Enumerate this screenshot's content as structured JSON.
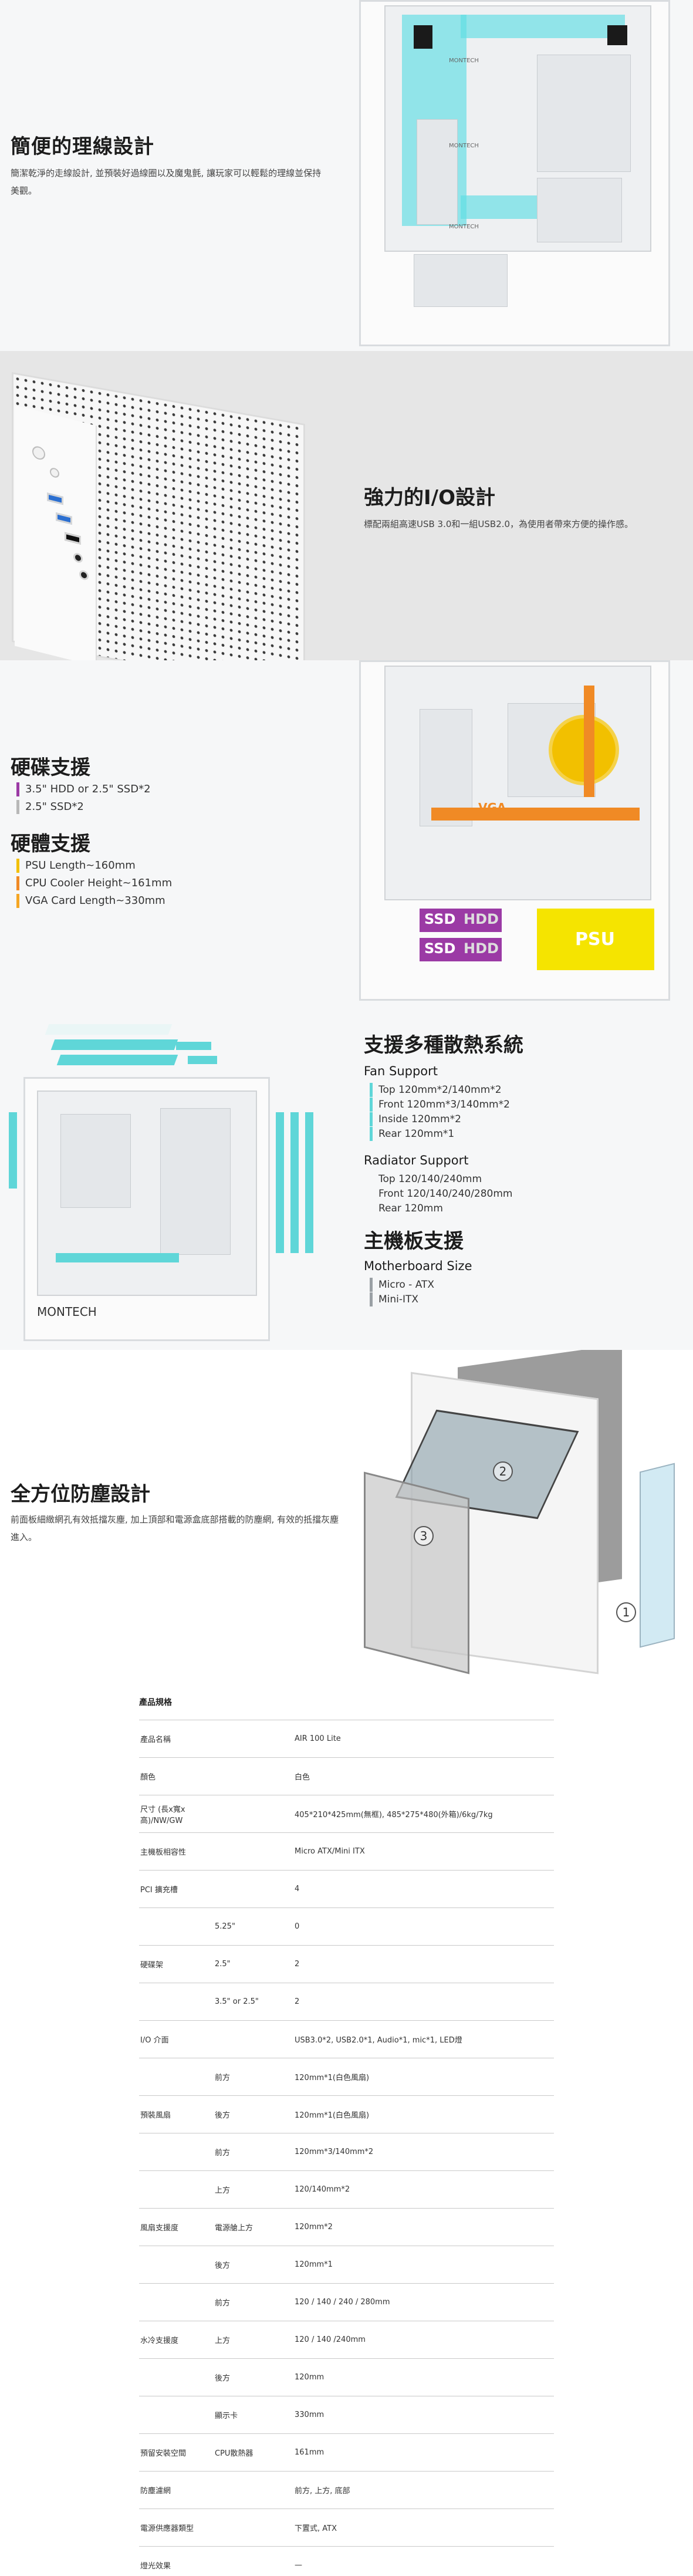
{
  "brand": "MONTECH",
  "sections": {
    "cable": {
      "title": "簡便的理線設計",
      "desc": "簡潔乾淨的走線設計, 並預裝好過線圈以及魔鬼氈, 讓玩家可以輕鬆的理線並保持美觀。"
    },
    "io": {
      "title": "強力的I/O設計",
      "desc": "標配兩組高速USB 3.0和一組USB2.0，為使用者帶來方便的操作感。"
    },
    "storage": {
      "title_drive": "硬碟支援",
      "drive_items": [
        "3.5\" HDD or 2.5\" SSD*2",
        "2.5\" SSD*2"
      ],
      "title_hw": "硬體支援",
      "hw_items": [
        "PSU Length~160mm",
        "CPU Cooler Height~161mm",
        "VGA Card Length~330mm"
      ],
      "labels": {
        "vga": "VGA",
        "ssd": "SSD",
        "hdd": "HDD",
        "psu": "PSU"
      }
    },
    "cooling": {
      "title": "支援多種散熱系統",
      "fan_title": "Fan Support",
      "fan_items": [
        "Top 120mm*2/140mm*2",
        "Front 120mm*3/140mm*2",
        "Inside 120mm*2",
        "Rear 120mm*1"
      ],
      "rad_title": "Radiator Support",
      "rad_items": [
        "Top 120/140/240mm",
        "Front 120/140/240/280mm",
        "Rear 120mm"
      ],
      "mb_title": "主機板支援",
      "mb_sub": "Motherboard Size",
      "mb_items": [
        "Micro - ATX",
        "Mini-ITX"
      ]
    },
    "dust": {
      "title": "全方位防塵設計",
      "desc": "前面板細緻網孔有效抵擋灰塵, 加上頂部和電源盒底部搭載的防塵網, 有效的抵擋灰塵進入。",
      "nums": [
        "1",
        "2",
        "3"
      ]
    }
  },
  "spec": {
    "caption": "產品規格",
    "rows": [
      {
        "label": "產品名稱",
        "sub": "",
        "value": "AIR 100 Lite"
      },
      {
        "label": "顏色",
        "sub": "",
        "value": "白色"
      },
      {
        "label": "尺寸 (長x寬x高)/NW/GW",
        "sub": "",
        "value": "405*210*425mm(無框), 485*275*480(外箱)/6kg/7kg"
      },
      {
        "label": "主機板相容性",
        "sub": "",
        "value": "Micro ATX/Mini ITX"
      },
      {
        "label": "PCI 擴充槽",
        "sub": "",
        "value": "4"
      },
      {
        "label": "",
        "sub": "5.25\"",
        "value": "0"
      },
      {
        "label": "硬碟架",
        "sub": "2.5\"",
        "value": "2"
      },
      {
        "label": "",
        "sub": "3.5\" or 2.5\"",
        "value": "2"
      },
      {
        "label": "I/O 介面",
        "sub": "",
        "value": "USB3.0*2, USB2.0*1, Audio*1, mic*1, LED燈"
      },
      {
        "label": "",
        "sub": "前方",
        "value": "120mm*1(白色風扇)"
      },
      {
        "label": "預裝風扇",
        "sub": "後方",
        "value": "120mm*1(白色風扇)"
      },
      {
        "label": "",
        "sub": "前方",
        "value": "120mm*3/140mm*2"
      },
      {
        "label": "",
        "sub": "上方",
        "value": "120/140mm*2"
      },
      {
        "label": "風扇支援度",
        "sub": "電源艙上方",
        "value": "120mm*2"
      },
      {
        "label": "",
        "sub": "後方",
        "value": "120mm*1"
      },
      {
        "label": "",
        "sub": "前方",
        "value": "120 / 140 / 240 / 280mm"
      },
      {
        "label": "水冷支援度",
        "sub": "上方",
        "value": "120 / 140 /240mm"
      },
      {
        "label": "",
        "sub": "後方",
        "value": "120mm"
      },
      {
        "label": "",
        "sub": "顯示卡",
        "value": "330mm"
      },
      {
        "label": "預留安裝空間",
        "sub": "CPU散熱器",
        "value": "161mm"
      },
      {
        "label": "防塵濾網",
        "sub": "",
        "value": "前方, 上方, 底部"
      },
      {
        "label": "電源供應器類型",
        "sub": "",
        "value": "下置式, ATX"
      },
      {
        "label": "燈光效果",
        "sub": "",
        "value": "—"
      }
    ]
  },
  "colors": {
    "cyan": "#5fd6d8",
    "purple": "#9b3aa5",
    "yellow": "#f2c000",
    "orange": "#f08a25",
    "usb_blue": "#2b6fd1"
  }
}
